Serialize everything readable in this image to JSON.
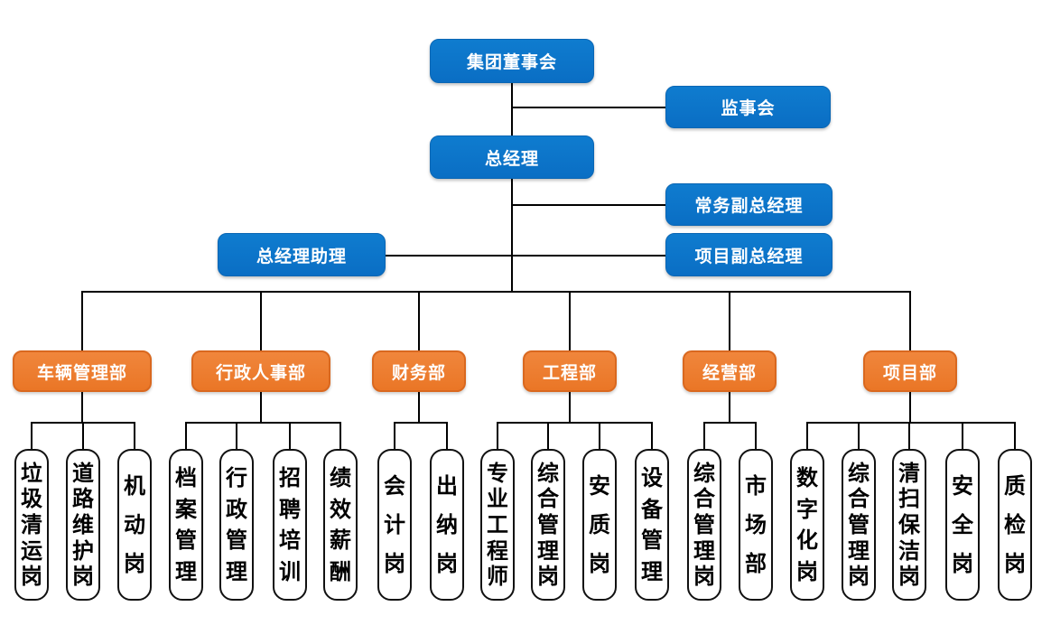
{
  "chart_title": "",
  "nodes": {
    "board": {
      "label": "集团董事会"
    },
    "supervisory": {
      "label": "监事会"
    },
    "gm": {
      "label": "总经理"
    },
    "exec_deputy_gm": {
      "label": "常务副总经理"
    },
    "gm_assistant": {
      "label": "总经理助理"
    },
    "project_deputy_gm": {
      "label": "项目副总经理"
    }
  },
  "departments": [
    {
      "label": "车辆管理部",
      "children": [
        "垃圾清运岗",
        "道路维护岗",
        "机动岗"
      ]
    },
    {
      "label": "行政人事部",
      "children": [
        "档案管理",
        "行政管理",
        "招聘培训",
        "绩效薪酬"
      ]
    },
    {
      "label": "财务部",
      "children": [
        "会计岗",
        "出纳岗"
      ]
    },
    {
      "label": "工程部",
      "children": [
        "专业工程师",
        "综合管理岗",
        "安质岗",
        "设备管理"
      ]
    },
    {
      "label": "经营部",
      "children": [
        "综合管理岗",
        "市场部"
      ]
    },
    {
      "label": "项目部",
      "children": [
        "数字化岗",
        "综合管理岗",
        "清扫保洁岗",
        "安全岗",
        "质检岗"
      ]
    }
  ],
  "colors": {
    "node_blue": "#0a70c8",
    "dept_orange": "#ed7d31",
    "position_border": "#111111",
    "connector": "#000000",
    "background": "#ffffff"
  }
}
